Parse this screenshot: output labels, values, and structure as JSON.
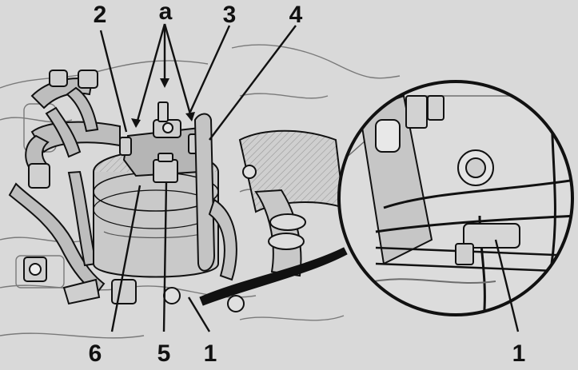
{
  "colors": {
    "background": "#d9d9d9",
    "ink": "#111111",
    "shade": "#8f8f8f",
    "light": "#ececec"
  },
  "callouts": {
    "label_2": "2",
    "label_a": "a",
    "label_3": "3",
    "label_4": "4",
    "label_6": "6",
    "label_5": "5",
    "label_1_main": "1",
    "label_1_inset": "1"
  }
}
